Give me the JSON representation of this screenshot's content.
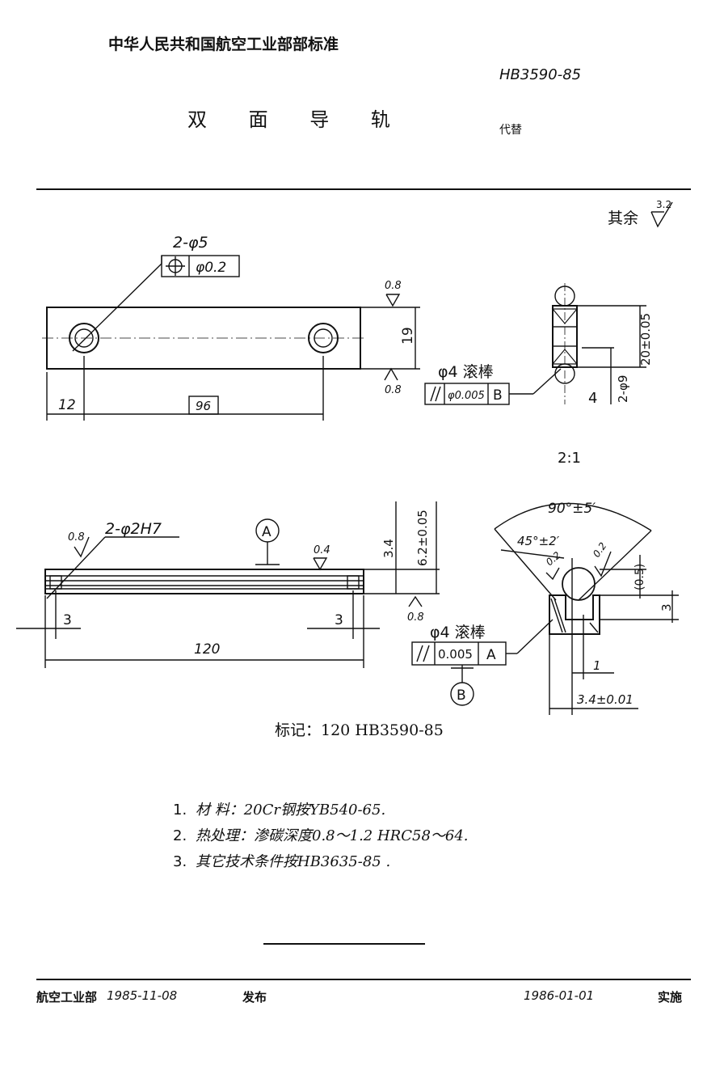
{
  "header": {
    "org_title": "中华人民共和国航空工业部部标准",
    "doc_number": "HB3590-85",
    "doc_title": "双 面 导 轨",
    "replaces": "代替"
  },
  "roughness_default": {
    "label": "其余",
    "value": "3.2"
  },
  "view_top": {
    "hole_callout": "2-φ5",
    "position_tol": "φ0.2",
    "roughness_top": "0.8",
    "roughness_bottom": "0.8",
    "dim_height": "19",
    "dim_left": "12",
    "dim_pitch": "96"
  },
  "view_end_top": {
    "rod_label": "φ4 滚棒",
    "parallel_tol": "φ0.005",
    "parallel_datum": "B",
    "dim_height": "20±0.05",
    "dim_slot": "4",
    "dim_holes": "2-φ9"
  },
  "scale": "2:1",
  "view_front": {
    "hole_callout": "2-φ2H7",
    "datum_a": "A",
    "roughness_left": "0.8",
    "roughness_top": "0.4",
    "roughness_bottom": "0.8",
    "dim_3_4": "3.4",
    "dim_6_2": "6.2±0.05",
    "dim_left": "3",
    "dim_right": "3",
    "dim_length": "120"
  },
  "view_section": {
    "angle_90": "90°±5′",
    "angle_45": "45°±2′",
    "roughness_left": "0.2",
    "roughness_right": "0.2",
    "dim_05": "(0.5)",
    "dim_3": "3",
    "dim_1": "1",
    "dim_width": "3.4±0.01",
    "rod_label": "φ4 滚棒",
    "parallel_tol": "0.005",
    "parallel_datum": "A",
    "datum_b": "B"
  },
  "marking": "标记：120  HB3590-85",
  "notes": [
    {
      "num": "1.",
      "text": "材  料：20Cr钢按YB540-65."
    },
    {
      "num": "2.",
      "text": "热处理：渗碳深度0.8～1.2  HRC58～64."
    },
    {
      "num": "3.",
      "text": "其它技术条件按HB3635-85 ."
    }
  ],
  "footer": {
    "issuer": "航空工业部",
    "issue_date": "1985-11-08",
    "issued_label": "发布",
    "effective_date": "1986-01-01",
    "effective_label": "实施"
  }
}
